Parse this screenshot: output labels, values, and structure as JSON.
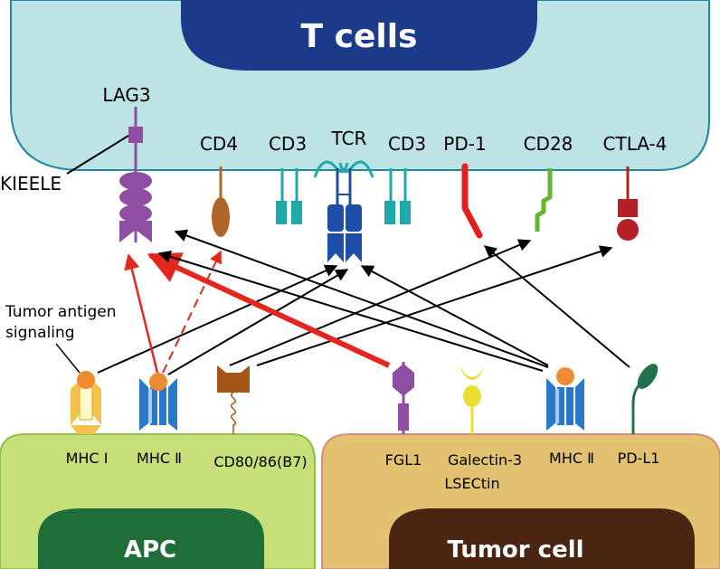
{
  "cells": {
    "t_cell": "T cells",
    "apc": "APC",
    "tumor": "Tumor cell"
  },
  "t_cell_receptors": {
    "lag3": "LAG3",
    "kieele": "KIEELE",
    "cd4": "CD4",
    "cd3_left": "CD3",
    "tcr": "TCR",
    "cd3_right": "CD3",
    "pd1": "PD-1",
    "cd28": "CD28",
    "ctla4": "CTLA-4"
  },
  "apc_molecules": {
    "mhc1": "MHC Ⅰ",
    "mhc2": "MHC Ⅱ",
    "cd80": "CD80/86(B7)",
    "tumor_antigen_line1": "Tumor antigen",
    "tumor_antigen_line2": "signaling"
  },
  "tumor_molecules": {
    "fgl1": "FGL1",
    "galectin_line1": "Galectin-3",
    "galectin_line2": "LSECtin",
    "mhc2": "MHC Ⅱ",
    "pdl1": "PD-L1"
  },
  "colors": {
    "t_cell_fill": "#bde3e5",
    "t_nucleus": "#1a3a8a",
    "apc_fill": "#c6df78",
    "apc_nucleus": "#1f6e3a",
    "tumor_fill": "#e2c170",
    "tumor_nucleus": "#4a2512",
    "lag3": "#8e4fa3",
    "cd4": "#b0642a",
    "cd3": "#1eaaa8",
    "tcr": "#1e4fa8",
    "pd1": "#e41f1f",
    "cd28": "#62b630",
    "ctla4": "#b32025",
    "mhc1": "#f2c24a",
    "mhc2": "#2a78c8",
    "cd80": "#a65518",
    "antigen": "#ee8b33",
    "galectin": "#ecdd33",
    "pdl1": "#23714c",
    "arrow_red": "#e42620",
    "arrow_black": "#000000"
  }
}
